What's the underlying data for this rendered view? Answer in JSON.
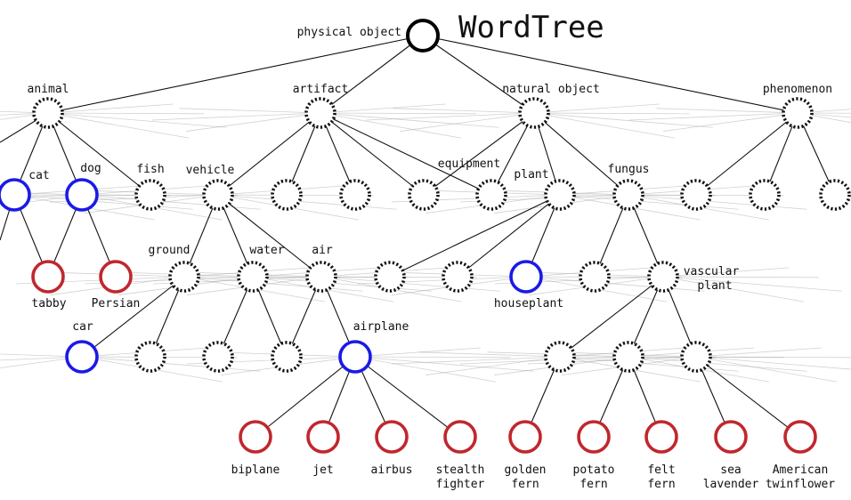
{
  "title": "WordTree",
  "colors": {
    "edge": "#111111",
    "fan": "#9a9a9a",
    "node_black": "#000000",
    "node_blue": "#1a1ae6",
    "node_red": "#c0272d",
    "node_dotted": "#111111"
  },
  "labels": {
    "physical_object": "physical object",
    "animal": "animal",
    "artifact": "artifact",
    "natural_object": "natural object",
    "phenomenon": "phenomenon",
    "cat": "cat",
    "dog": "dog",
    "fish": "fish",
    "vehicle": "vehicle",
    "equipment": "equipment",
    "plant": "plant",
    "fungus": "fungus",
    "tabby": "tabby",
    "persian": "Persian",
    "ground": "ground",
    "water": "water",
    "air": "air",
    "houseplant": "houseplant",
    "vascular_plant_1": "vascular",
    "vascular_plant_2": "plant",
    "car": "car",
    "airplane": "airplane",
    "biplane": "biplane",
    "jet": "jet",
    "airbus": "airbus",
    "stealth_1": "stealth",
    "stealth_2": "fighter",
    "golden_1": "golden",
    "golden_2": "fern",
    "potato_1": "potato",
    "potato_2": "fern",
    "felt_1": "felt",
    "felt_2": "fern",
    "sea_1": "sea",
    "sea_2": "lavender",
    "american_1": "American",
    "american_2": "twinflower"
  }
}
